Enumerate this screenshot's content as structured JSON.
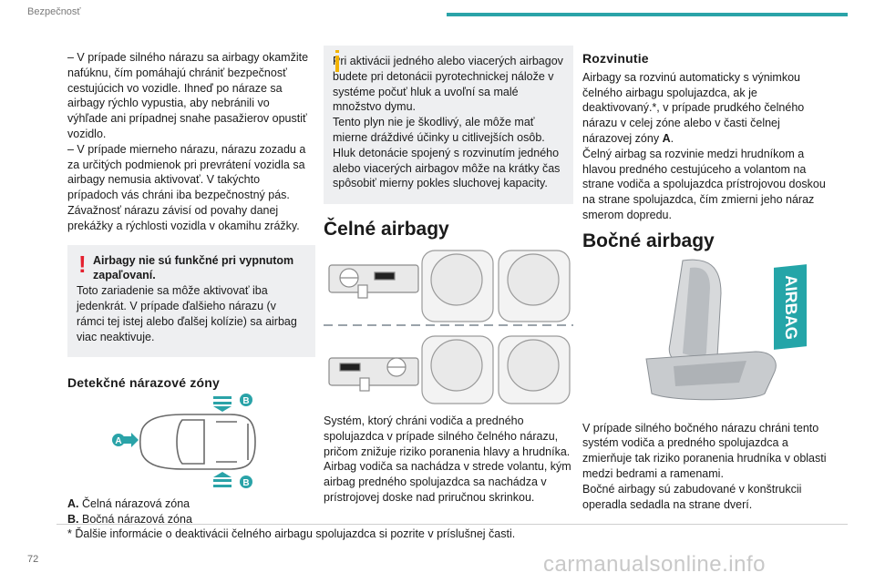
{
  "header": {
    "section": "Bezpečnosť"
  },
  "page_number": "72",
  "footnote": "* Ďalšie informácie o deaktivácii čelného airbagu spolujazdca si pozrite v príslušnej časti.",
  "watermark": "carmanualsonline.info",
  "col1": {
    "p1": "– V prípade silného nárazu sa airbagy okamžite nafúknu, čím pomáhajú chrániť bezpečnosť cestujúcich vo vozidle. Ihneď po náraze sa airbagy rýchlo vypustia, aby nebránili vo výhľade ani prípadnej snahe pasažierov opustiť vozidlo.",
    "p2": "– V prípade mierneho nárazu, nárazu zozadu a za určitých podmienok pri prevrátení vozidla sa airbagy nemusia aktivovať. V takýchto prípadoch vás chráni iba bezpečnostný pás.",
    "p3": "Závažnosť nárazu závisí od povahy danej prekážky a rýchlosti vozidla v okamihu zrážky.",
    "warning_title": "Airbagy nie sú funkčné pri vypnutom zapaľovaní.",
    "warning_text": "Toto zariadenie sa môže aktivovať iba jedenkrát. V prípade ďalšieho nárazu (v rámci tej istej alebo ďalšej kolízie) sa airbag viac neaktivuje.",
    "zones_heading": "Detekčné nárazové zóny",
    "zone_a_label": "A.",
    "zone_a_text": "Čelná nárazová zóna",
    "zone_b_label": "B.",
    "zone_b_text": "Bočná nárazová zóna",
    "diagram_labels": {
      "a": "A",
      "b1": "B",
      "b2": "B"
    }
  },
  "col2": {
    "info_text": "Pri aktivácii jedného alebo viacerých airbagov budete pri detonácii pyrotechnickej nálože v systéme počuť hluk a uvoľní sa malé množstvo dymu.\nTento plyn nie je škodlivý, ale môže mať mierne dráždivé účinky u citlivejších osôb.\nHluk detonácie spojený s rozvinutím jedného alebo viacerých airbagov môže na krátky čas spôsobiť mierny pokles sluchovej kapacity.",
    "heading": "Čelné airbagy",
    "text": "Systém, ktorý chráni vodiča a predného spolujazdca v prípade silného čelného nárazu, pričom znižuje riziko poranenia hlavy a hrudníka. Airbag vodiča sa nachádza v strede volantu, kým airbag predného spolujazdca sa nachádza v prístrojovej doske nad priručnou skrinkou."
  },
  "col3": {
    "deploy_heading": "Rozvinutie",
    "deploy_p1": "Airbagy sa rozvinú automaticky s výnimkou čelného airbagu spolujazdca, ak je deaktivovaný.*, v prípade prudkého čelného nárazu v celej zóne alebo v časti čelnej nárazovej zóny",
    "deploy_p1_bold": "A",
    "deploy_p1_end": ".",
    "deploy_p2": "Čelný airbag sa rozvinie medzi hrudníkom a hlavou predného cestujúceho a volantom na strane vodiča a spolujazdca prístrojovou doskou na strane spolujazdca, čím zmierni jeho náraz smerom dopredu.",
    "side_heading": "Bočné airbagy",
    "airbag_tag": "AIRBAG",
    "side_p1": "V prípade silného bočného nárazu chráni tento systém vodiča a predného spolujazdca a zmierňuje tak riziko poranenia hrudníka v oblasti medzi bedrami a ramenami.",
    "side_p2": "Bočné airbagy sú zabudované v konštrukcii operadla sedadla na strane dverí."
  },
  "colors": {
    "accent": "#2aa3a8",
    "warning": "#e4202e",
    "info": "#f2b200",
    "airbag_tag": "#24a5a8",
    "zone_arrow": "#2aa3a8"
  }
}
